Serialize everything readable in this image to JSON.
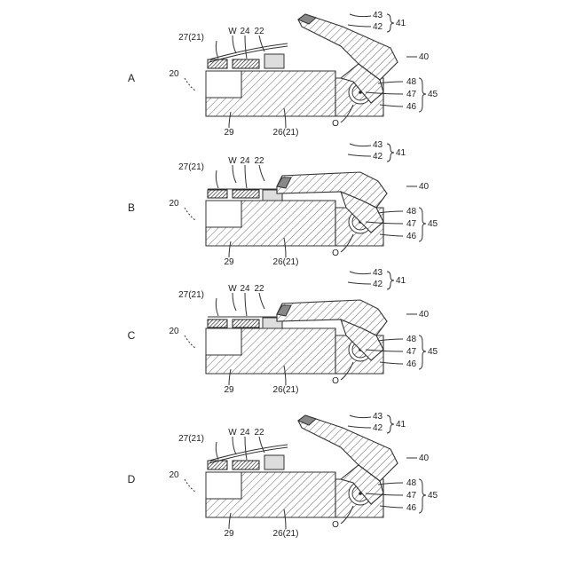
{
  "panels": [
    {
      "letter": "A",
      "state": "open",
      "labels": {
        "l43": "43",
        "l42": "42",
        "l41": "41",
        "l40": "40",
        "l27": "27(21)",
        "lW": "W",
        "l24": "24",
        "l22": "22",
        "l20": "20",
        "l48": "48",
        "l47": "47",
        "l45": "45",
        "l46": "46",
        "l29": "29",
        "l26": "26(21)",
        "lO": "O"
      }
    },
    {
      "letter": "B",
      "state": "closed",
      "labels": {
        "l43": "43",
        "l42": "42",
        "l41": "41",
        "l40": "40",
        "l27": "27(21)",
        "lW": "W",
        "l24": "24",
        "l22": "22",
        "l20": "20",
        "l48": "48",
        "l47": "47",
        "l45": "45",
        "l46": "46",
        "l29": "29",
        "l26": "26(21)",
        "lO": "O"
      }
    },
    {
      "letter": "C",
      "state": "closed-pressed",
      "labels": {
        "l43": "43",
        "l42": "42",
        "l41": "41",
        "l40": "40",
        "l27": "27(21)",
        "lW": "W",
        "l24": "24",
        "l22": "22",
        "l20": "20",
        "l48": "48",
        "l47": "47",
        "l45": "45",
        "l46": "46",
        "l29": "29",
        "l26": "26(21)",
        "lO": "O"
      }
    },
    {
      "letter": "D",
      "state": "open",
      "labels": {
        "l43": "43",
        "l42": "42",
        "l41": "41",
        "l40": "40",
        "l27": "27(21)",
        "lW": "W",
        "l24": "24",
        "l22": "22",
        "l20": "20",
        "l48": "48",
        "l47": "47",
        "l45": "45",
        "l46": "46",
        "l29": "29",
        "l26": "26(21)",
        "lO": "O"
      }
    }
  ]
}
